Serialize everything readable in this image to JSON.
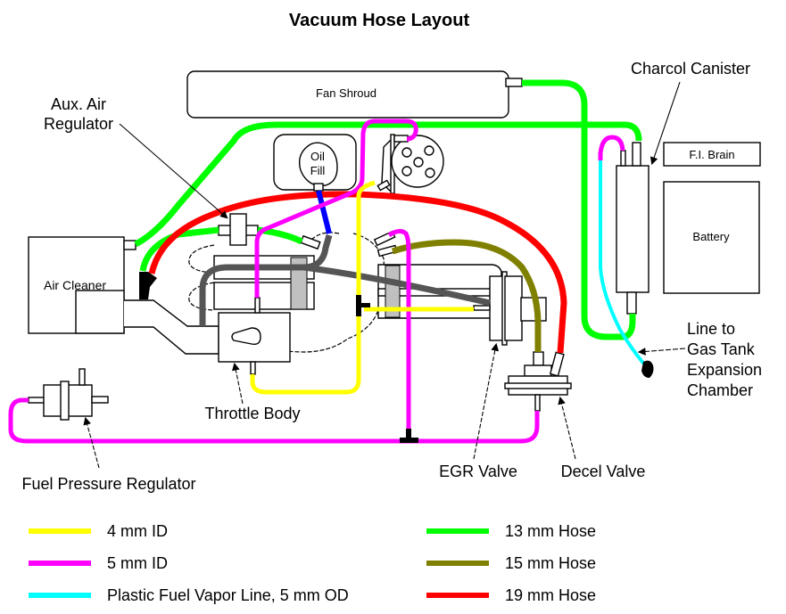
{
  "title": "Vacuum Hose Layout",
  "components": {
    "fan_shroud": "Fan Shroud",
    "oil_fill_line1": "Oil",
    "oil_fill_line2": "Fill",
    "air_cleaner": "Air Cleaner",
    "fi_brain": "F.I. Brain",
    "battery": "Battery"
  },
  "callouts": {
    "aux_air_line1": "Aux. Air",
    "aux_air_line2": "Regulator",
    "charcoal_canister": "Charcol Canister",
    "throttle_body": "Throttle Body",
    "fuel_pressure_regulator": "Fuel Pressure Regulator",
    "egr_valve": "EGR Valve",
    "decel_valve": "Decel Valve",
    "gas_tank_line1": "Line to",
    "gas_tank_line2": "Gas Tank",
    "gas_tank_line3": "Expansion",
    "gas_tank_line4": "Chamber"
  },
  "colors": {
    "yellow_4mm": "#ffff00",
    "magenta_5mm": "#ff00ff",
    "cyan_vapor": "#00ffff",
    "green_13mm": "#00ff00",
    "olive_15mm": "#808000",
    "red_19mm": "#ff0000",
    "blue_hose": "#0000ff",
    "gray_hose": "#555555",
    "black_fitting": "#000000",
    "gray_fill": "#c0c0c0"
  },
  "legend": [
    {
      "label": "4 mm ID",
      "color": "#ffff00"
    },
    {
      "label": "5 mm ID",
      "color": "#ff00ff"
    },
    {
      "label": "Plastic Fuel Vapor Line, 5 mm OD",
      "color": "#00ffff"
    },
    {
      "label": "13 mm Hose",
      "color": "#00ff00"
    },
    {
      "label": "15 mm Hose",
      "color": "#808000"
    },
    {
      "label": "19 mm Hose",
      "color": "#ff0000"
    }
  ]
}
